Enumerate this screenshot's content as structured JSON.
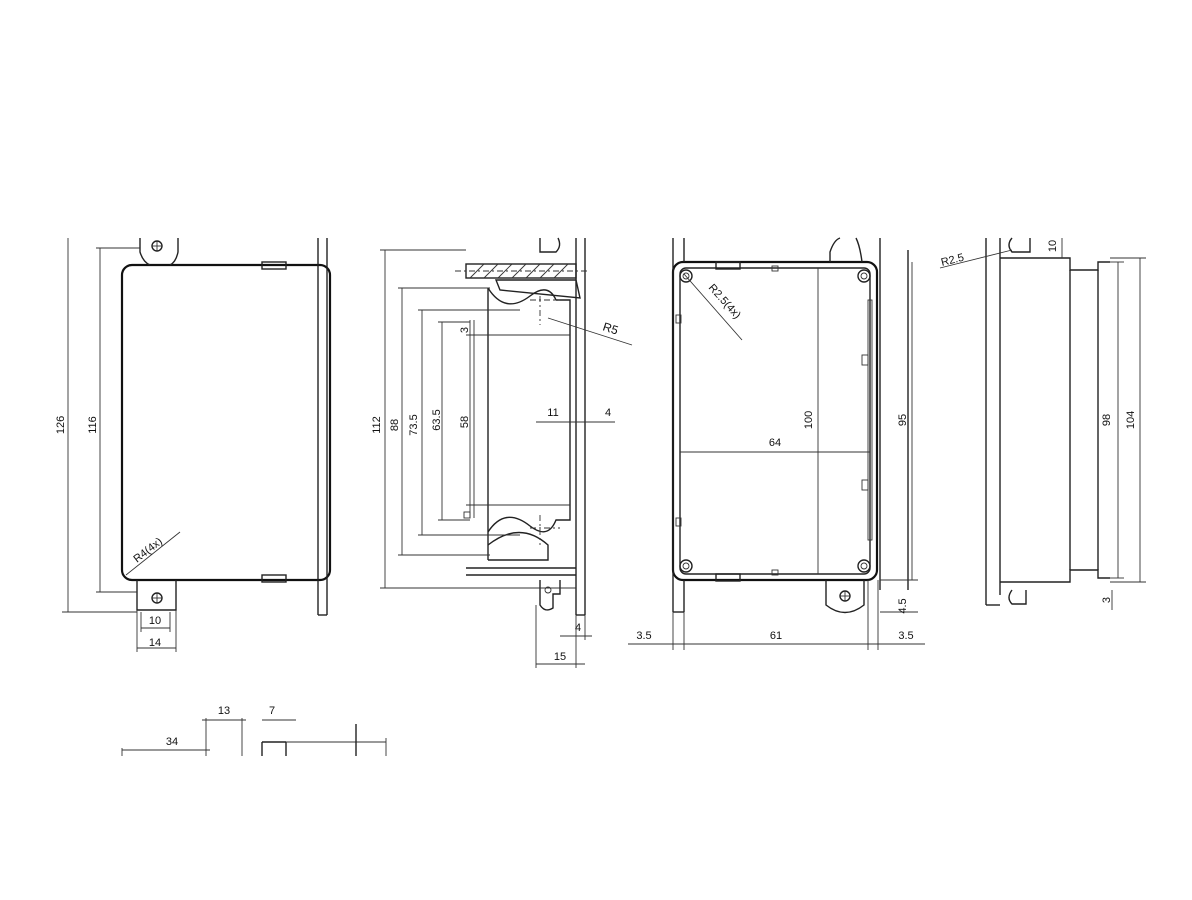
{
  "drawing": {
    "front_view": {
      "dim_height_overall": "126",
      "dim_height_body": "116",
      "dim_radius": "R4(4x)",
      "dim_tab_inner": "10",
      "dim_tab_outer": "14"
    },
    "side_section": {
      "dim_112": "112",
      "dim_88": "88",
      "dim_73_5": "73.5",
      "dim_63_5": "63.5",
      "dim_58": "58",
      "dim_3": "3",
      "dim_11": "11",
      "dim_4_top": "4",
      "dim_4_bottom": "4",
      "dim_15": "15",
      "dim_r5": "R5"
    },
    "interior_view": {
      "dim_radius": "R2.5(4x)",
      "dim_100": "100",
      "dim_64": "64",
      "dim_95": "95",
      "dim_4_5": "4.5",
      "dim_3_5_left": "3.5",
      "dim_61": "61",
      "dim_3_5_right": "3.5"
    },
    "end_view": {
      "dim_radius": "R2.5",
      "dim_10": "10",
      "dim_98": "98",
      "dim_104": "104",
      "dim_3": "3"
    },
    "bottom_detail": {
      "dim_34": "34",
      "dim_13": "13",
      "dim_7": "7"
    }
  }
}
